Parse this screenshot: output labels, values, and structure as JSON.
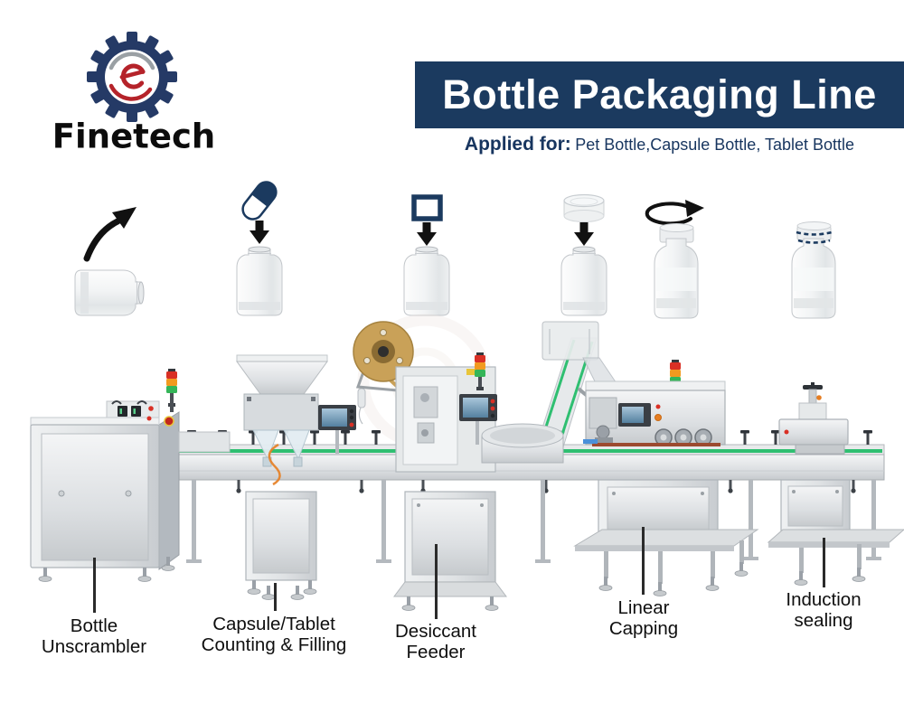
{
  "brand": {
    "name": "Finetech"
  },
  "banner": {
    "title": "Bottle Packaging Line",
    "bg_color": "#1b3a5f"
  },
  "applied": {
    "label": "Applied for:",
    "items": " Pet Bottle,Capsule Bottle, Tablet Bottle"
  },
  "process_steps": [
    {
      "id": "bottle-unscrambling",
      "icon": "curved-arrow-icon"
    },
    {
      "id": "capsule-drop",
      "icon": "capsule-icon"
    },
    {
      "id": "desiccant-drop",
      "icon": "desiccant-sachet-icon"
    },
    {
      "id": "cap-drop",
      "icon": "bottle-cap-icon"
    },
    {
      "id": "capping-rotation",
      "icon": "rotate-arrow-icon"
    },
    {
      "id": "induction-seal",
      "icon": "sealed-cap-icon"
    }
  ],
  "machines": [
    {
      "label_line1": "Bottle",
      "label_line2": "Unscrambler"
    },
    {
      "label_line1": "Capsule/Tablet",
      "label_line2": "Counting & Filling"
    },
    {
      "label_line1": "Desiccant",
      "label_line2": "Feeder"
    },
    {
      "label_line1": "Linear",
      "label_line2": "Capping"
    },
    {
      "label_line1": "Induction",
      "label_line2": "sealing"
    }
  ],
  "colors": {
    "navy": "#1b3a5f",
    "logo_gear_navy": "#253a66",
    "logo_red": "#b5232a",
    "belt_green": "#2fbf71",
    "tower_red": "#d93025",
    "tower_orange": "#f29a1f",
    "tower_green": "#35b558",
    "reel_tan": "#c9a158"
  }
}
